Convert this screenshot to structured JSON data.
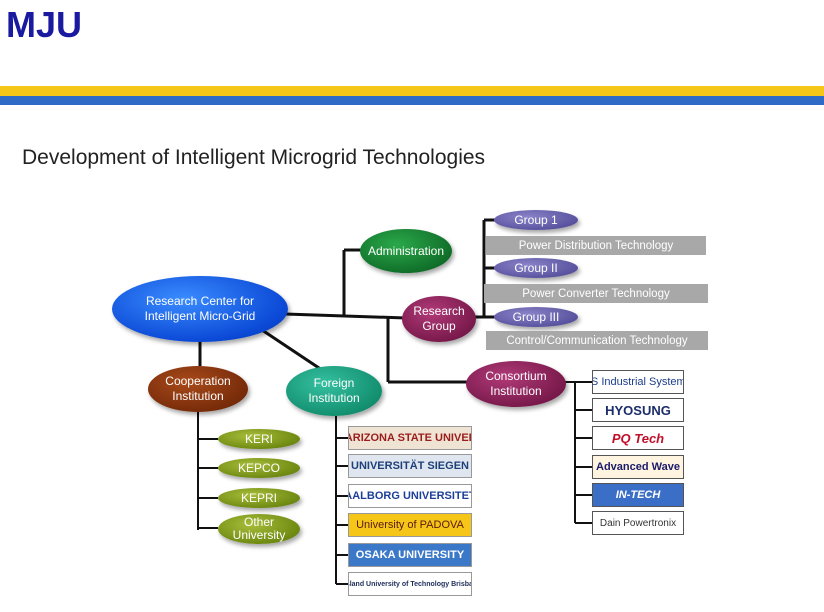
{
  "header": {
    "logo_text": "MJU"
  },
  "page_title": "Development of Intelligent Microgrid Technologies",
  "diagram": {
    "root": "Research Center for\nIntelligent Micro-Grid",
    "administration": "Administration",
    "research_group": "Research\nGroup",
    "consortium": "Consortium\nInstitution",
    "cooperation": "Cooperation\nInstitution",
    "foreign": "Foreign\nInstitution",
    "groups": [
      {
        "label": "Group 1",
        "technology": "Power Distribution Technology"
      },
      {
        "label": "Group II",
        "technology": "Power Converter Technology"
      },
      {
        "label": "Group III",
        "technology": "Control/Communication Technology"
      }
    ],
    "cooperation_members": [
      "KERI",
      "KEPCO",
      "KEPRI",
      "Other\nUniversity"
    ],
    "foreign_members": [
      "ASU ARIZONA STATE UNIVERSITY",
      "UNIVERSITÄT SIEGEN",
      "AALBORG UNIVERSITET",
      "University of PADOVA",
      "OSAKA UNIVERSITY",
      "QUT Queensland University of Technology Brisbane Australia"
    ],
    "consortium_members": [
      "LS Industrial Systems",
      "HYOSUNG",
      "PQ Tech",
      "Advanced Wave",
      "IN-TECH",
      "Dain Powertronix"
    ]
  },
  "colors": {
    "logo": "#1a1aa0",
    "stripe_yellow": "#f5c518",
    "stripe_blue": "#2d6bc7",
    "root_ellipse": "#0b49d6",
    "green_ellipse": "#11702a",
    "maroon_ellipse": "#7a1a4c",
    "brown_ellipse": "#782c0a",
    "teal_ellipse": "#139070",
    "olive_ellipse": "#6f8a12",
    "purple_ellipse": "#5a54a0",
    "tech_bar": "#a8a8a8"
  }
}
